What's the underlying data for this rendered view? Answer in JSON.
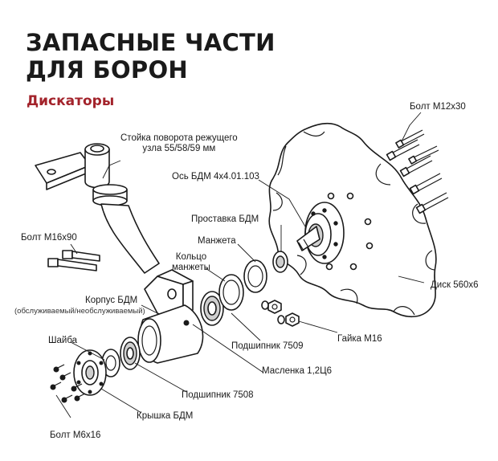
{
  "header": {
    "title_line1": "ЗАПАСНЫЕ ЧАСТИ",
    "title_line2": "ДЛЯ БОРОН",
    "subtitle": "Дискаторы"
  },
  "labels": {
    "stoyka_line1": "Стойка поворота режущего",
    "stoyka_line2": "узла 55/58/59 мм",
    "bolt_m12": "Болт М12х30",
    "os_bdm": "Ось БДМ 4х4.01.103",
    "prostavka": "Проставка БДМ",
    "manzheta": "Манжета",
    "koltso_line1": "Кольцо",
    "koltso_line2": "манжеты",
    "bolt_m16": "Болт М16х90",
    "korpus": "Корпус БДМ",
    "korpus_note": "(обслуживаемый/необслуживаемый)",
    "disk": "Диск 560х6",
    "podshipnik_7509": "Подшипник 7509",
    "gaika": "Гайка М16",
    "shaiba": "Шайба",
    "maslenka": "Масленка 1,2Ц6",
    "podshipnik_7508": "Подшипник 7508",
    "kryshka": "Крышка БДМ",
    "bolt_m6": "Болт М6х16"
  },
  "colors": {
    "accent": "#a3232b",
    "line": "#1a1a1a"
  }
}
